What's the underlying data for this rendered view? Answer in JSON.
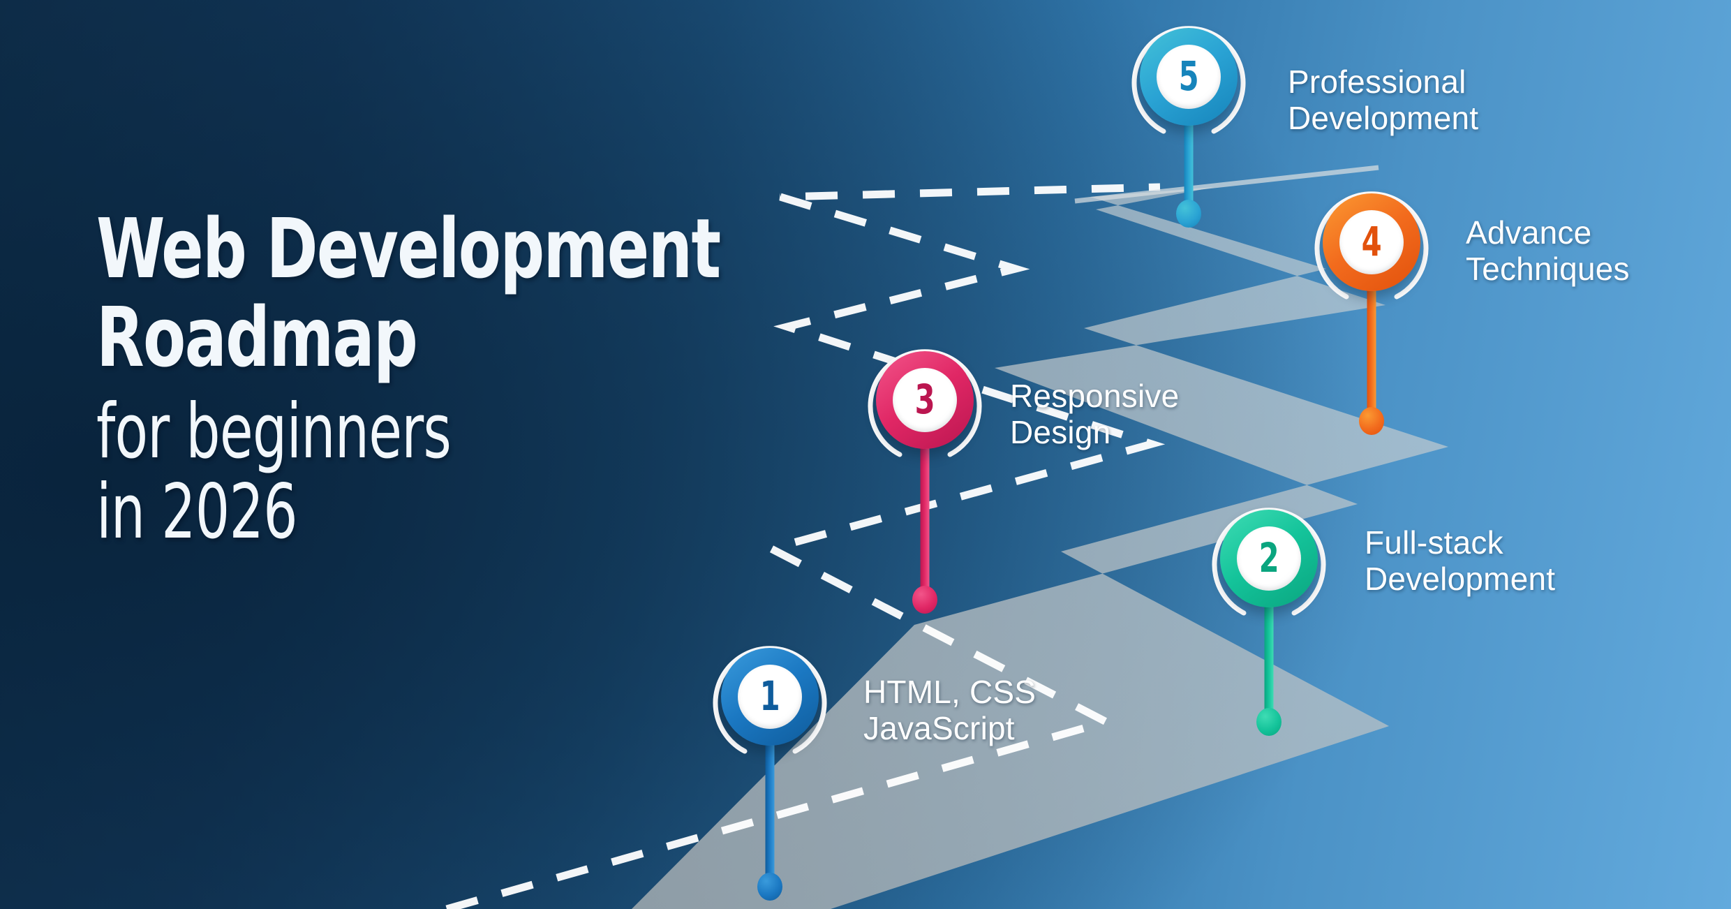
{
  "title": {
    "line1": "Web Development",
    "line2": "Roadmap",
    "line3": "for beginners",
    "line4": "in 2026"
  },
  "colors": {
    "background_dark": "#10314f",
    "background_light": "#63aadd",
    "road_fill": "#b9bfc2",
    "road_dash": "#ffffff",
    "step1": "#1b78c2",
    "step2": "#14c39a",
    "step3": "#e02765",
    "step4": "#f26b1d",
    "step5": "#2aa3d4"
  },
  "steps": [
    {
      "number": "1",
      "label": "HTML, CSS\nJavaScript",
      "color": "#1b78c2",
      "color_dark": "#0f5c9c",
      "color_light": "#3a9bdc"
    },
    {
      "number": "2",
      "label": "Full-stack\nDevelopment",
      "color": "#14c39a",
      "color_dark": "#0aa57f",
      "color_light": "#3fdcb4"
    },
    {
      "number": "3",
      "label": "Responsive\nDesign",
      "color": "#e02765",
      "color_dark": "#bb1650",
      "color_light": "#f2558a"
    },
    {
      "number": "4",
      "label": "Advance\nTechniques",
      "color": "#f26b1d",
      "color_dark": "#e2510c",
      "color_light": "#fb9a33"
    },
    {
      "number": "5",
      "label": "Professional\nDevelopment",
      "color": "#2aa3d4",
      "color_dark": "#1684bb",
      "color_light": "#44c2d8"
    }
  ]
}
